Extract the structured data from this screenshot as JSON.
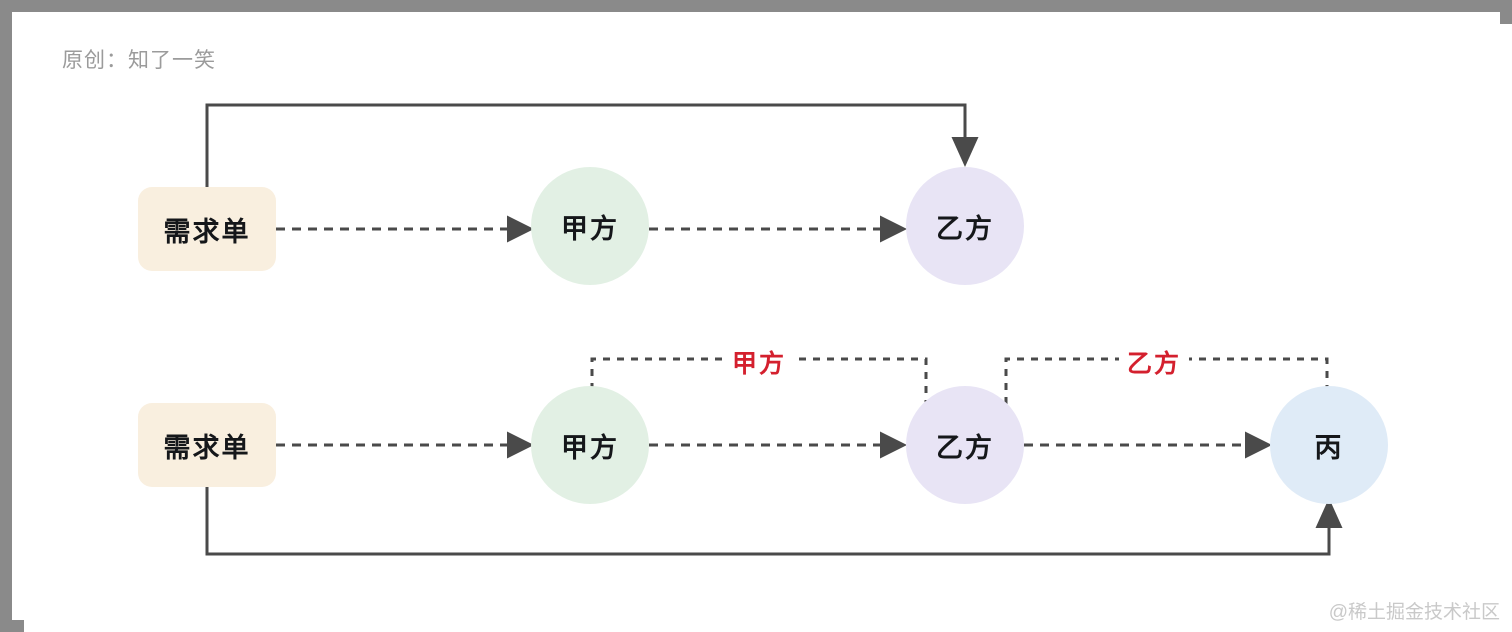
{
  "meta": {
    "byline": "原创：知了一笑",
    "watermark": "@稀土掘金技术社区",
    "frame_color": "#8a8a8a",
    "canvas_color": "#ffffff"
  },
  "palette": {
    "order_fill": "#F9EFDF",
    "party_a_fill": "#E2F0E4",
    "party_b_fill": "#E8E4F5",
    "party_c_fill": "#DFEBF7",
    "line_color": "#5a5a5a",
    "label_red": "#d4202e",
    "text_color": "#15171a",
    "byline_gray": "#9b9b9b",
    "watermark_gray": "#c9c9c9"
  },
  "diagram": {
    "rows": [
      {
        "id": "row-1",
        "nodes": [
          {
            "id": "r1-order",
            "label": "需求单",
            "shape": "rect",
            "fill_key": "order_fill"
          },
          {
            "id": "r1-a",
            "label": "甲方",
            "shape": "circle",
            "fill_key": "party_a_fill"
          },
          {
            "id": "r1-b",
            "label": "乙方",
            "shape": "circle",
            "fill_key": "party_b_fill"
          }
        ],
        "edges": [
          {
            "id": "r1-e1",
            "from": "r1-order",
            "to": "r1-a",
            "style": "dashed",
            "label": ""
          },
          {
            "id": "r1-e2",
            "from": "r1-a",
            "to": "r1-b",
            "style": "dashed",
            "label": ""
          },
          {
            "id": "r1-feedback",
            "from": "r1-order",
            "to": "r1-b",
            "style": "solid",
            "route": "over-top",
            "label": ""
          }
        ]
      },
      {
        "id": "row-2",
        "nodes": [
          {
            "id": "r2-order",
            "label": "需求单",
            "shape": "rect",
            "fill_key": "order_fill"
          },
          {
            "id": "r2-a",
            "label": "甲方",
            "shape": "circle",
            "fill_key": "party_a_fill"
          },
          {
            "id": "r2-b",
            "label": "乙方",
            "shape": "circle",
            "fill_key": "party_b_fill"
          },
          {
            "id": "r2-c",
            "label": "丙",
            "shape": "circle",
            "fill_key": "party_c_fill"
          }
        ],
        "edges": [
          {
            "id": "r2-e1",
            "from": "r2-order",
            "to": "r2-a",
            "style": "dashed",
            "label": ""
          },
          {
            "id": "r2-e2",
            "from": "r2-a",
            "to": "r2-b",
            "style": "dashed",
            "label": ""
          },
          {
            "id": "r2-e3",
            "from": "r2-b",
            "to": "r2-c",
            "style": "dashed",
            "label": ""
          },
          {
            "id": "r2-bracket-a",
            "from": "r2-a",
            "to": "r2-b",
            "style": "dashed",
            "route": "bracket-top",
            "label": "甲方"
          },
          {
            "id": "r2-bracket-b",
            "from": "r2-b",
            "to": "r2-c",
            "style": "dashed",
            "route": "bracket-top",
            "label": "乙方"
          },
          {
            "id": "r2-feedback",
            "from": "r2-order",
            "to": "r2-c",
            "style": "solid",
            "route": "under-bottom",
            "label": ""
          }
        ]
      }
    ],
    "bracket_labels": [
      {
        "id": "label-jiafang",
        "text": "甲方"
      },
      {
        "id": "label-yifang",
        "text": "乙方"
      }
    ]
  }
}
